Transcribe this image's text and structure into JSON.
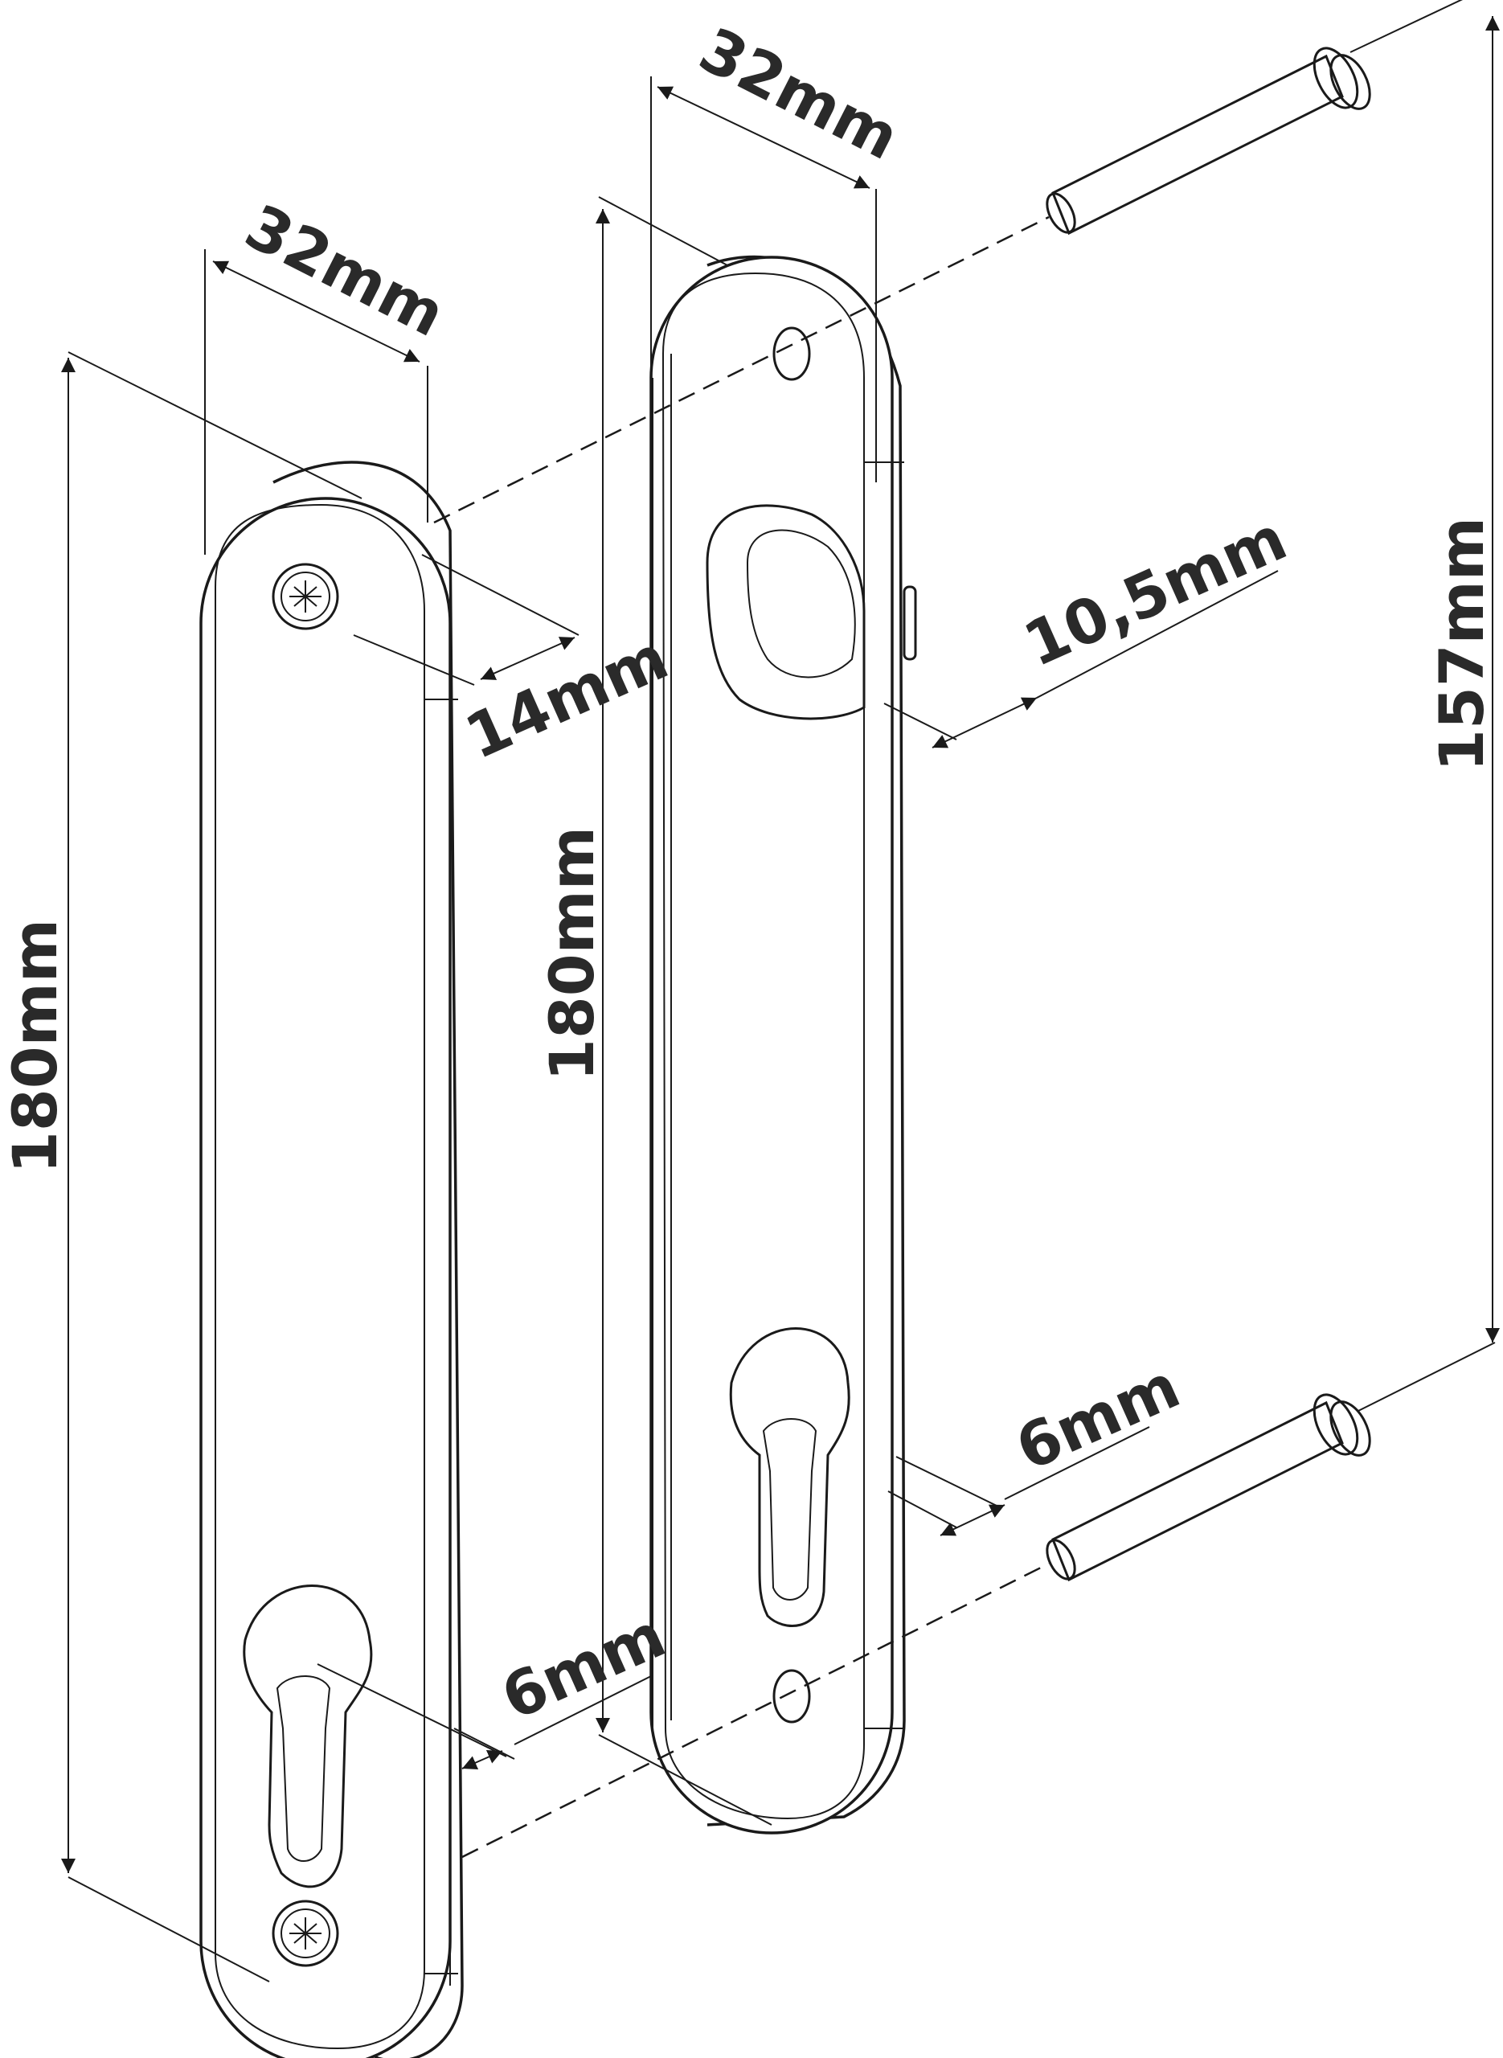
{
  "diagram": {
    "labels": {
      "left_plate_width": "32mm",
      "left_plate_height": "180mm",
      "left_plate_depth": "14mm",
      "left_cylinder_offset": "6mm",
      "right_plate_width": "32mm",
      "right_plate_height": "180mm",
      "right_collar": "10,5mm",
      "right_cylinder_offset": "6mm",
      "screw_spacing": "157mm"
    }
  }
}
